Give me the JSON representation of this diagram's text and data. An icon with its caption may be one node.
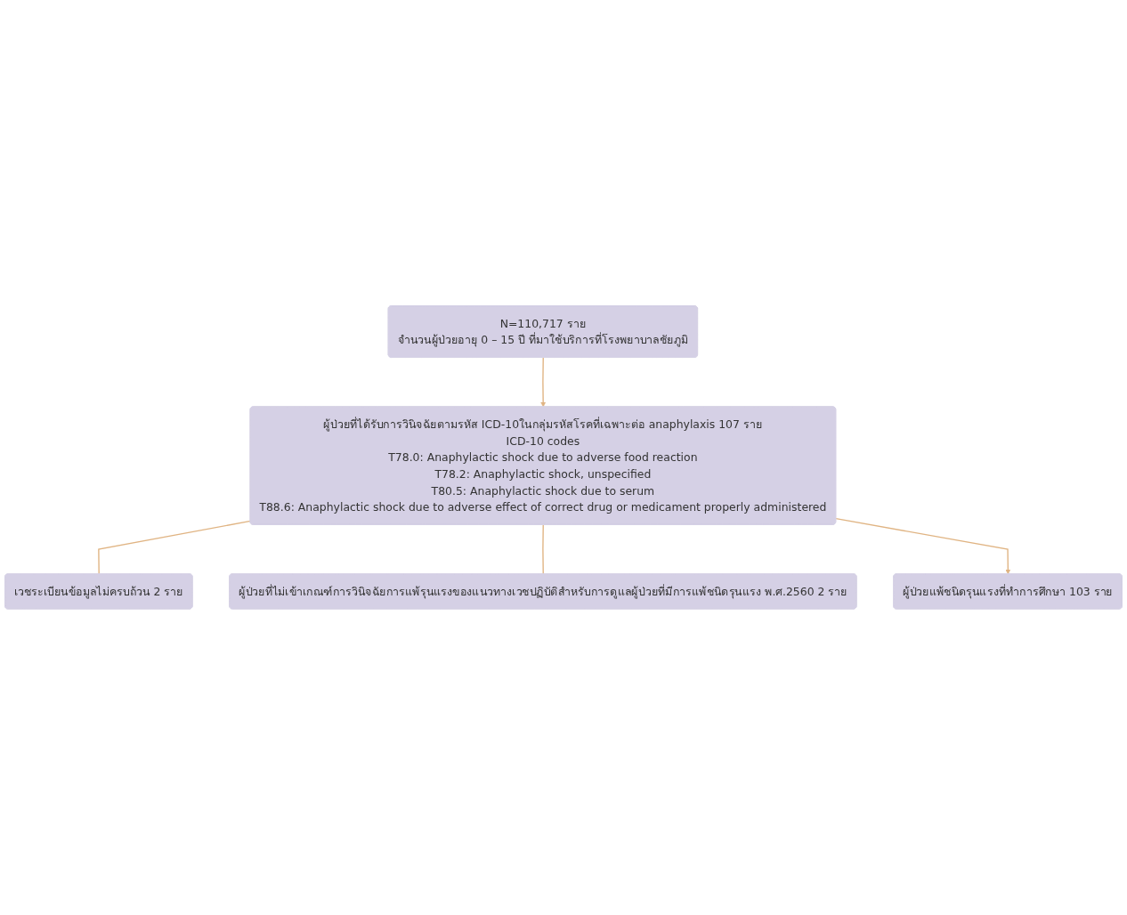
{
  "diagram": {
    "nodes": [
      {
        "text": [
          "N=110,717 ราย",
          "จำนวนผู้ป่วยอายุ 0 – 15 ปี ที่มาใช้บริการที่โรงพยาบาลชัยภูมิ"
        ]
      },
      {
        "text": [
          "ผู้ป่วยที่ได้รับการวินิจฉัยตามรหัส ICD-10ในกลุ่มรหัสโรคที่เฉพาะต่อ anaphylaxis 107 ราย",
          "ICD-10 codes",
          "T78.0: Anaphylactic shock due to adverse food reaction",
          "T78.2: Anaphylactic shock, unspecified",
          "T80.5: Anaphylactic shock due to serum",
          "T88.6: Anaphylactic shock due to adverse effect of correct drug or medicament properly administered"
        ]
      },
      {
        "text": [
          "เวชระเบียนข้อมูลไม่ครบถ้วน 2 ราย"
        ]
      },
      {
        "text": [
          "ผู้ป่วยที่ไม่เข้าเกณฑ์การวินิจฉัยการแพ้รุนแรงของแนวทางเวชปฏิบัติสำหรับการดูแลผู้ป่วยที่มีการแพ้ชนิดรุนแรง พ.ศ.2560 2 ราย"
        ]
      },
      {
        "text": [
          "ผู้ป่วยแพ้ชนิดรุนแรงที่ทำการศึกษา 103 ราย"
        ]
      }
    ],
    "edges": [
      {
        "from": 0,
        "to": 1,
        "arrow": "to"
      },
      {
        "from": 1,
        "to": 2,
        "arrow": "none"
      },
      {
        "from": 1,
        "to": 3,
        "arrow": "none"
      },
      {
        "from": 1,
        "to": 4,
        "arrow": "to"
      }
    ]
  }
}
